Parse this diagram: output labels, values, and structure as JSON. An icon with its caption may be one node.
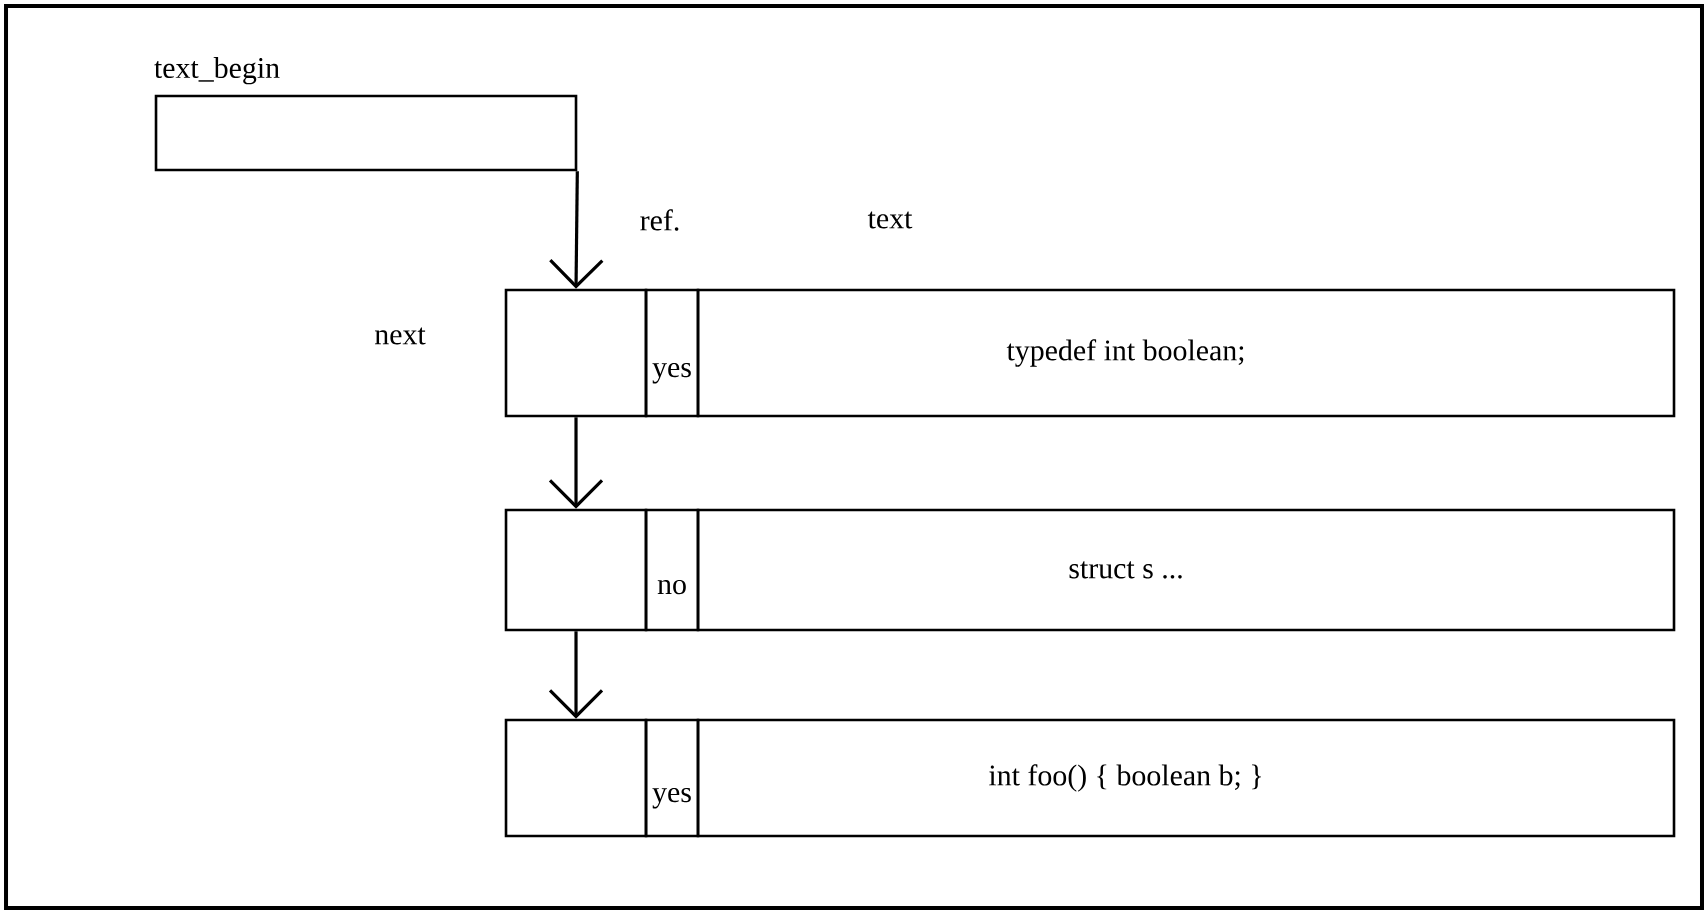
{
  "diagram": {
    "nodes": [
      {
        "text": [
          "text_begin"
        ]
      },
      {
        "text": [],
        "shape": "box"
      },
      {
        "text": [
          "yes"
        ]
      },
      {
        "text": [
          "typedef int boolean;"
        ]
      },
      {
        "text": [],
        "shape": "box"
      },
      {
        "text": [
          "no"
        ]
      },
      {
        "text": [
          "struct s ..."
        ]
      },
      {
        "text": [],
        "shape": "box"
      },
      {
        "text": [
          "yes"
        ]
      },
      {
        "text": [
          "int foo() { boolean b; }"
        ]
      }
    ],
    "edges": [
      {
        "from": 0,
        "to": 1,
        "arrow": "to"
      },
      {
        "from": 1,
        "to": 4,
        "arrow": "to"
      },
      {
        "from": 4,
        "to": 7,
        "arrow": "to"
      }
    ],
    "labels": [
      "ref.",
      "text",
      "next"
    ]
  }
}
